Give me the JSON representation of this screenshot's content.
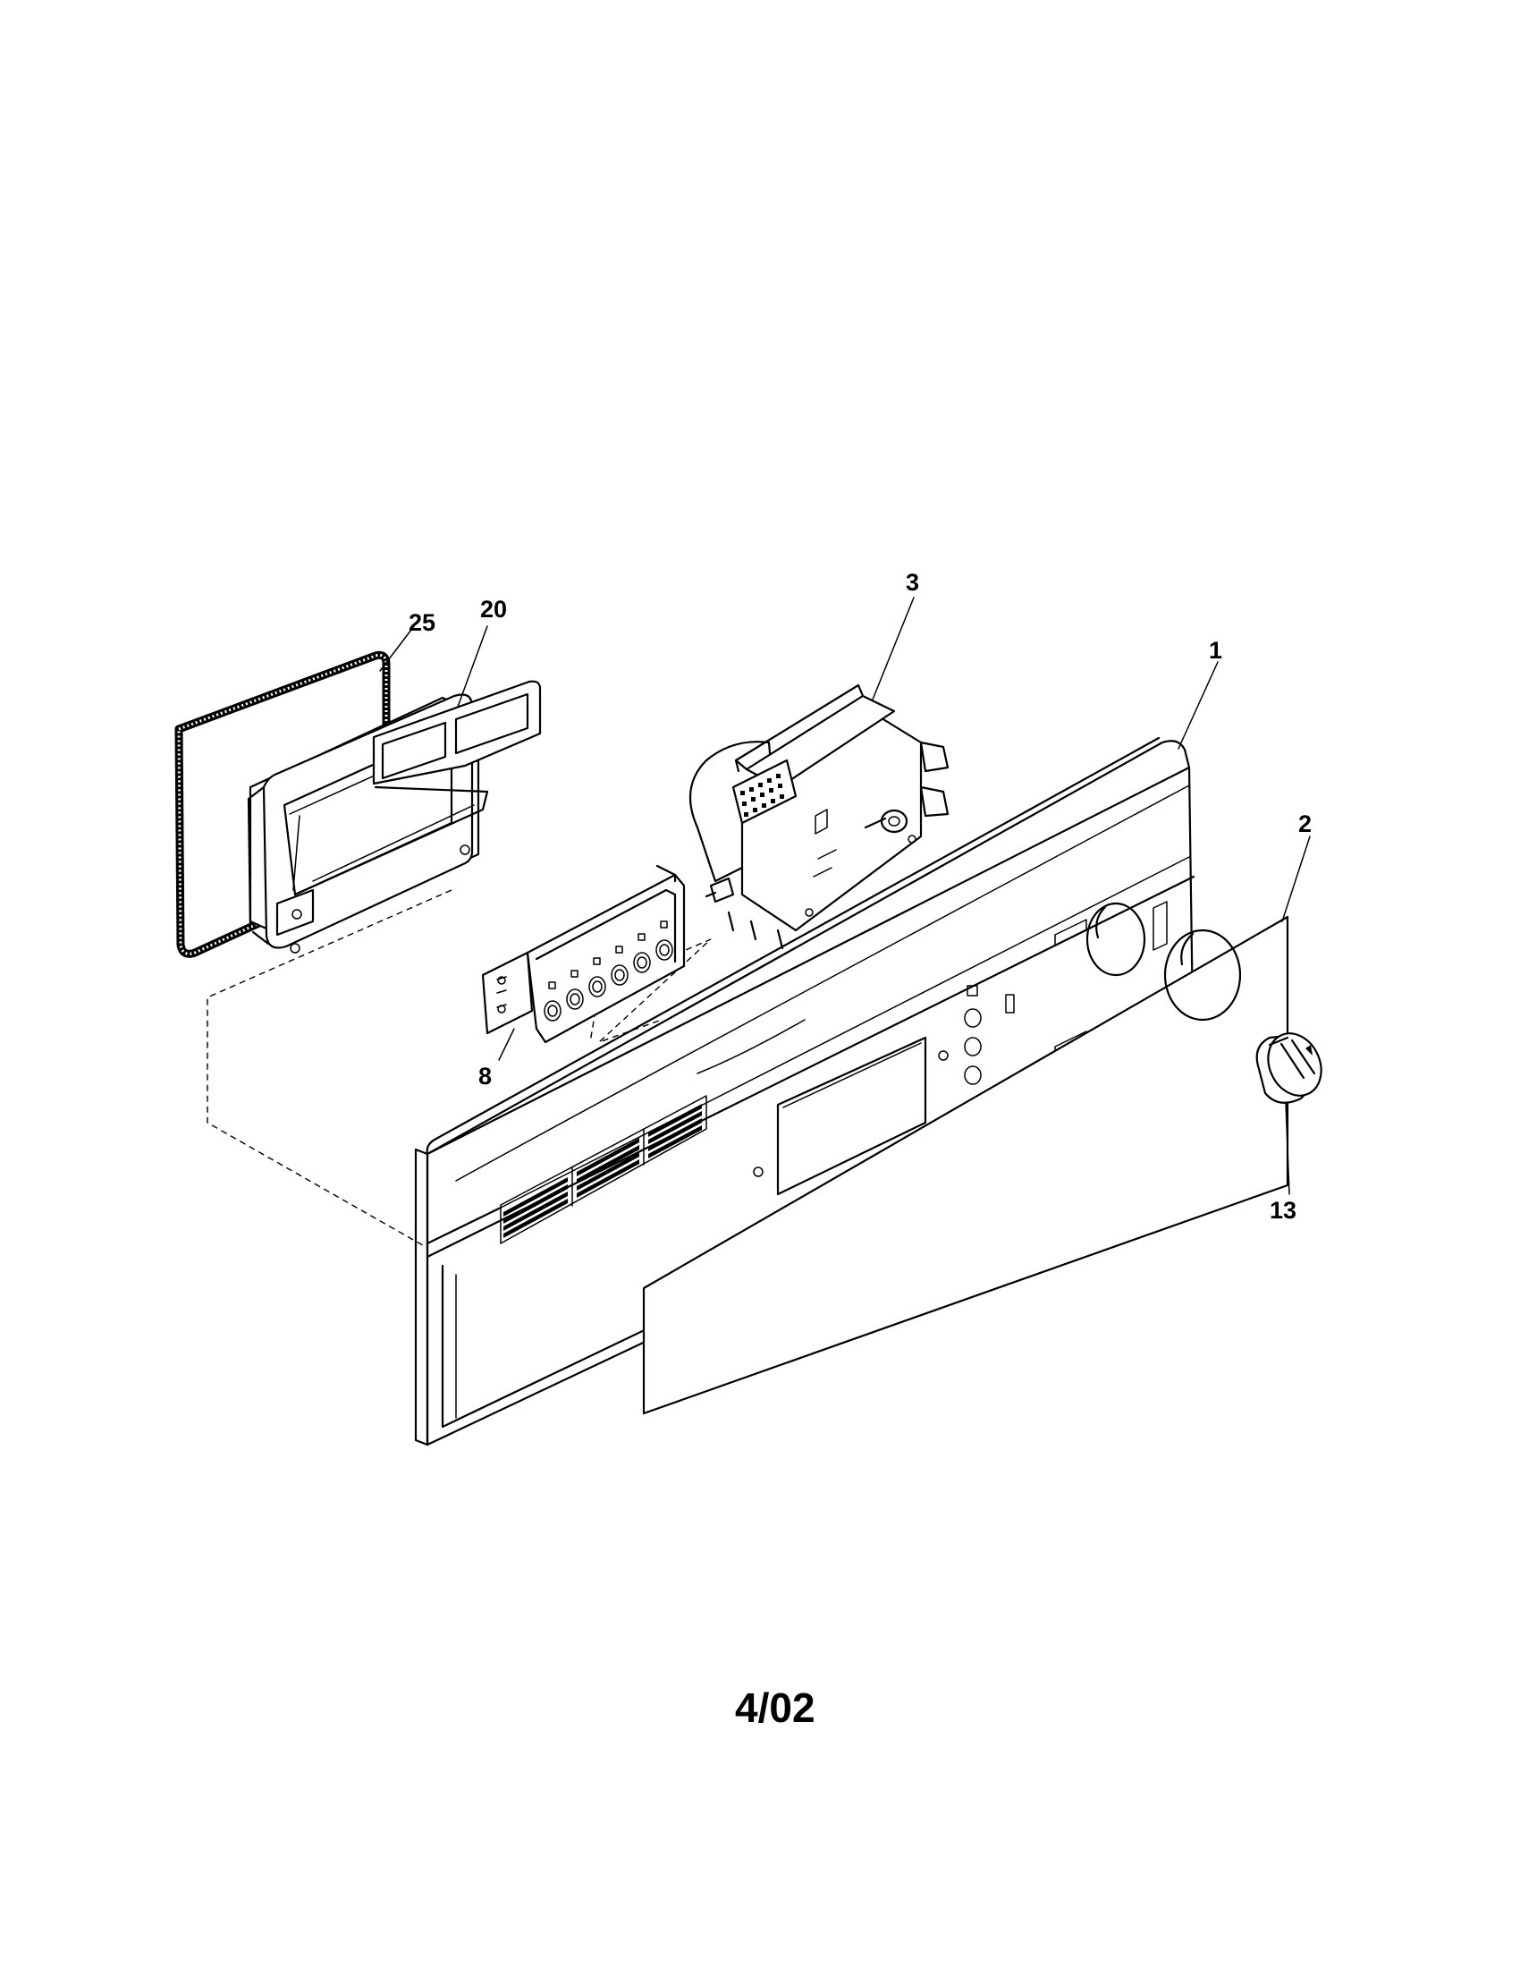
{
  "diagram": {
    "parts": {
      "p1": {
        "number": "1"
      },
      "p2": {
        "number": "2"
      },
      "p3": {
        "number": "3"
      },
      "p8": {
        "number": "8"
      },
      "p13": {
        "number": "13"
      },
      "p20": {
        "number": "20"
      },
      "p25": {
        "number": "25"
      }
    },
    "footer": {
      "date": "4/02"
    }
  }
}
